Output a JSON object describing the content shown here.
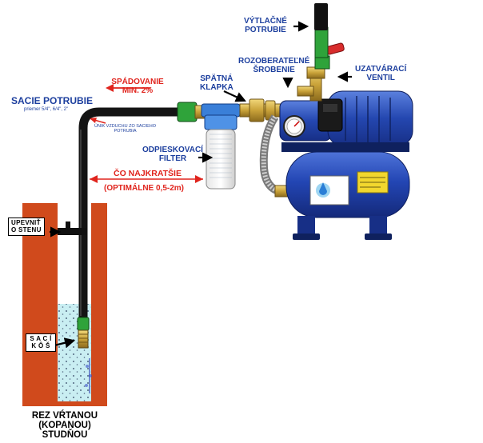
{
  "labels": {
    "vytlacne_potrubie": [
      "VÝTLAČNÉ",
      "POTRUBIE"
    ],
    "rozoberatelne_skrobenie": [
      "ROZOBERATEĽNÉ",
      "ŠROBENIE"
    ],
    "uzatvaraci_ventil": [
      "UZATVÁRACÍ",
      "VENTIL"
    ],
    "spatna_klapka": [
      "SPÄTNÁ",
      "KLAPKA"
    ],
    "spadovanie": [
      "SPÁDOVANIE",
      "MIN. 2%"
    ],
    "sacie_potrubie": "SACIE POTRUBIE",
    "priemer": "priemer 5/4\", 6/4\", 2\"",
    "unik_vzduchu": [
      "ÚNIK VZDUCHU ZO SACIEHO",
      "POTRUBIA"
    ],
    "odpieskovaci_filter": [
      "ODPIESKOVACÍ",
      "FILTER"
    ],
    "co_najkratsie": "ČO NAJKRATŠIE",
    "opt_dlzka": "(OPTIMÁLNE 0,5-2m)",
    "upevnit": [
      "UPEVNIŤ",
      "O STENU"
    ],
    "saci_kos": [
      "S A C Í",
      "K Ô Š"
    ],
    "rez_studnou": [
      "REZ VŔTANOU",
      "(KOPANOU)",
      "STUDŇOU"
    ]
  },
  "colors": {
    "label_blue": "#1d3f9e",
    "label_red": "#e0241d",
    "well_wall": "#d04a1c",
    "water": "#c9eef2",
    "pump_blue": "#1e3fa8",
    "pipe": "#141414",
    "fitting_green": "#2fa33a",
    "brass": "#c9a239"
  },
  "icons": [
    "gauge-icon",
    "arrow-icon"
  ]
}
